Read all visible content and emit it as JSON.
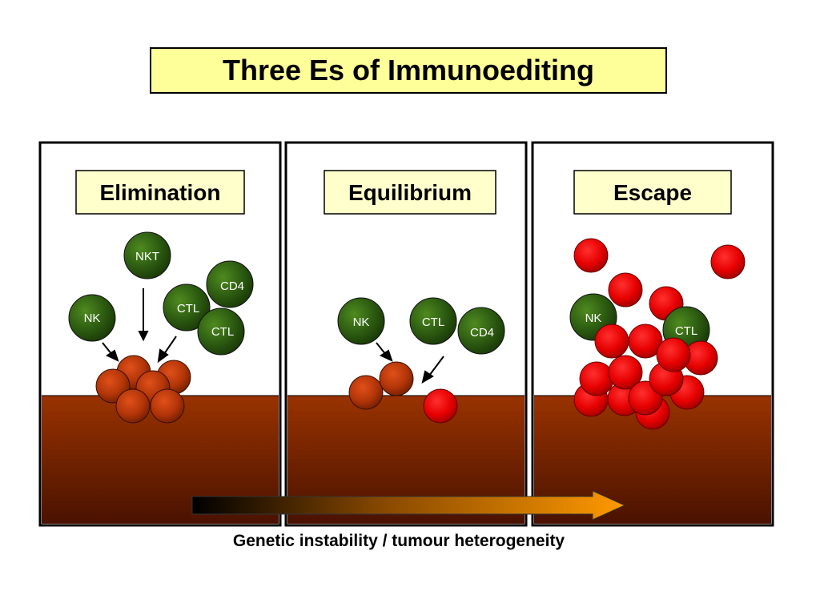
{
  "title": "Three Es of Immunoediting",
  "caption": "Genetic instability / tumour heterogeneity",
  "colors": {
    "title_bg": "#ffff99",
    "label_bg": "#ffffcc",
    "tissue_top": "#993300",
    "tissue_bottom": "#4a1200",
    "immune_cell": "#336600",
    "tumour_cell_edited": "#cc3300",
    "tumour_cell_escaped": "#ff0000",
    "arrow_start": "#000000",
    "arrow_end": "#ff9900"
  },
  "stages": [
    {
      "label": "Elimination",
      "immune_cells": [
        "NKT",
        "CD4",
        "CTL",
        "CTL",
        "NK"
      ]
    },
    {
      "label": "Equilibrium",
      "immune_cells": [
        "NK",
        "CTL",
        "CD4"
      ]
    },
    {
      "label": "Escape",
      "immune_cells": [
        "NK",
        "CTL"
      ]
    }
  ]
}
